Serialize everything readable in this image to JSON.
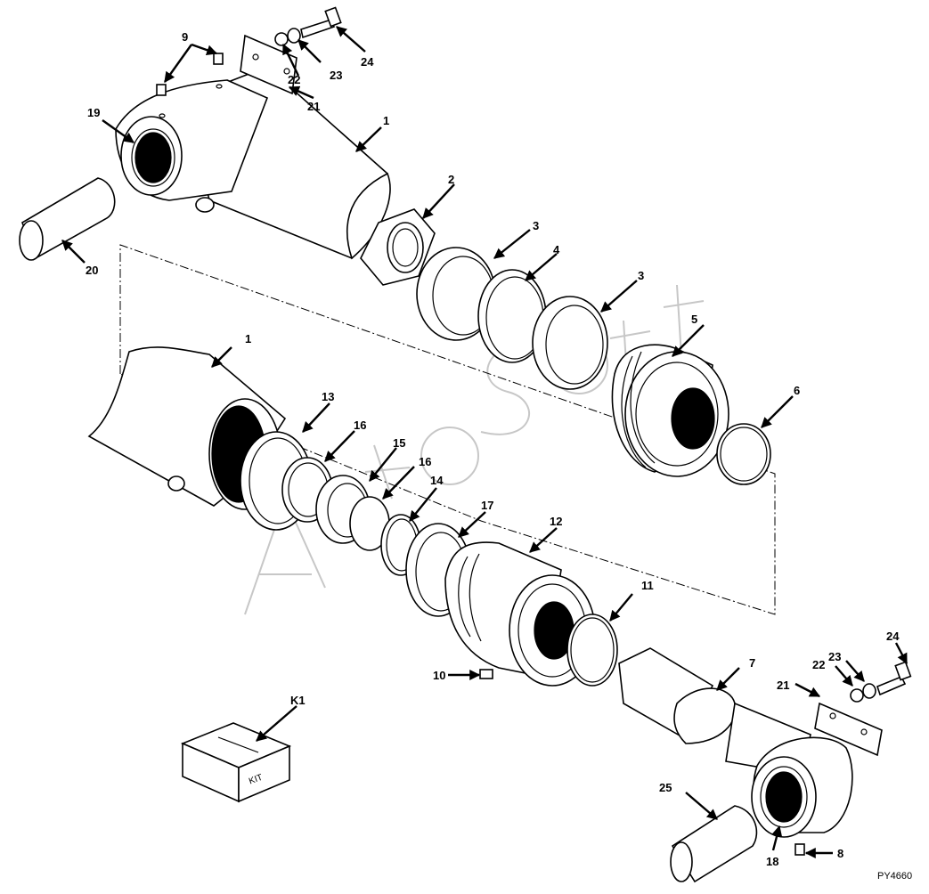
{
  "drawing_code": "PY4660",
  "kit_box_label": "KIT",
  "watermark_text": "ASoft",
  "callouts": {
    "c1a": "1",
    "c1b": "1",
    "c2": "2",
    "c3a": "3",
    "c3b": "3",
    "c4": "4",
    "c5": "5",
    "c6": "6",
    "c7": "7",
    "c8": "8",
    "c9": "9",
    "c10": "10",
    "c11": "11",
    "c12": "12",
    "c13": "13",
    "c14": "14",
    "c15": "15",
    "c16a": "16",
    "c16b": "16",
    "c17": "17",
    "c18": "18",
    "c19": "19",
    "c20": "20",
    "c21a": "21",
    "c21b": "21",
    "c22a": "22",
    "c22b": "22",
    "c23a": "23",
    "c23b": "23",
    "c24a": "24",
    "c24b": "24",
    "c25": "25",
    "ck1": "K1"
  }
}
